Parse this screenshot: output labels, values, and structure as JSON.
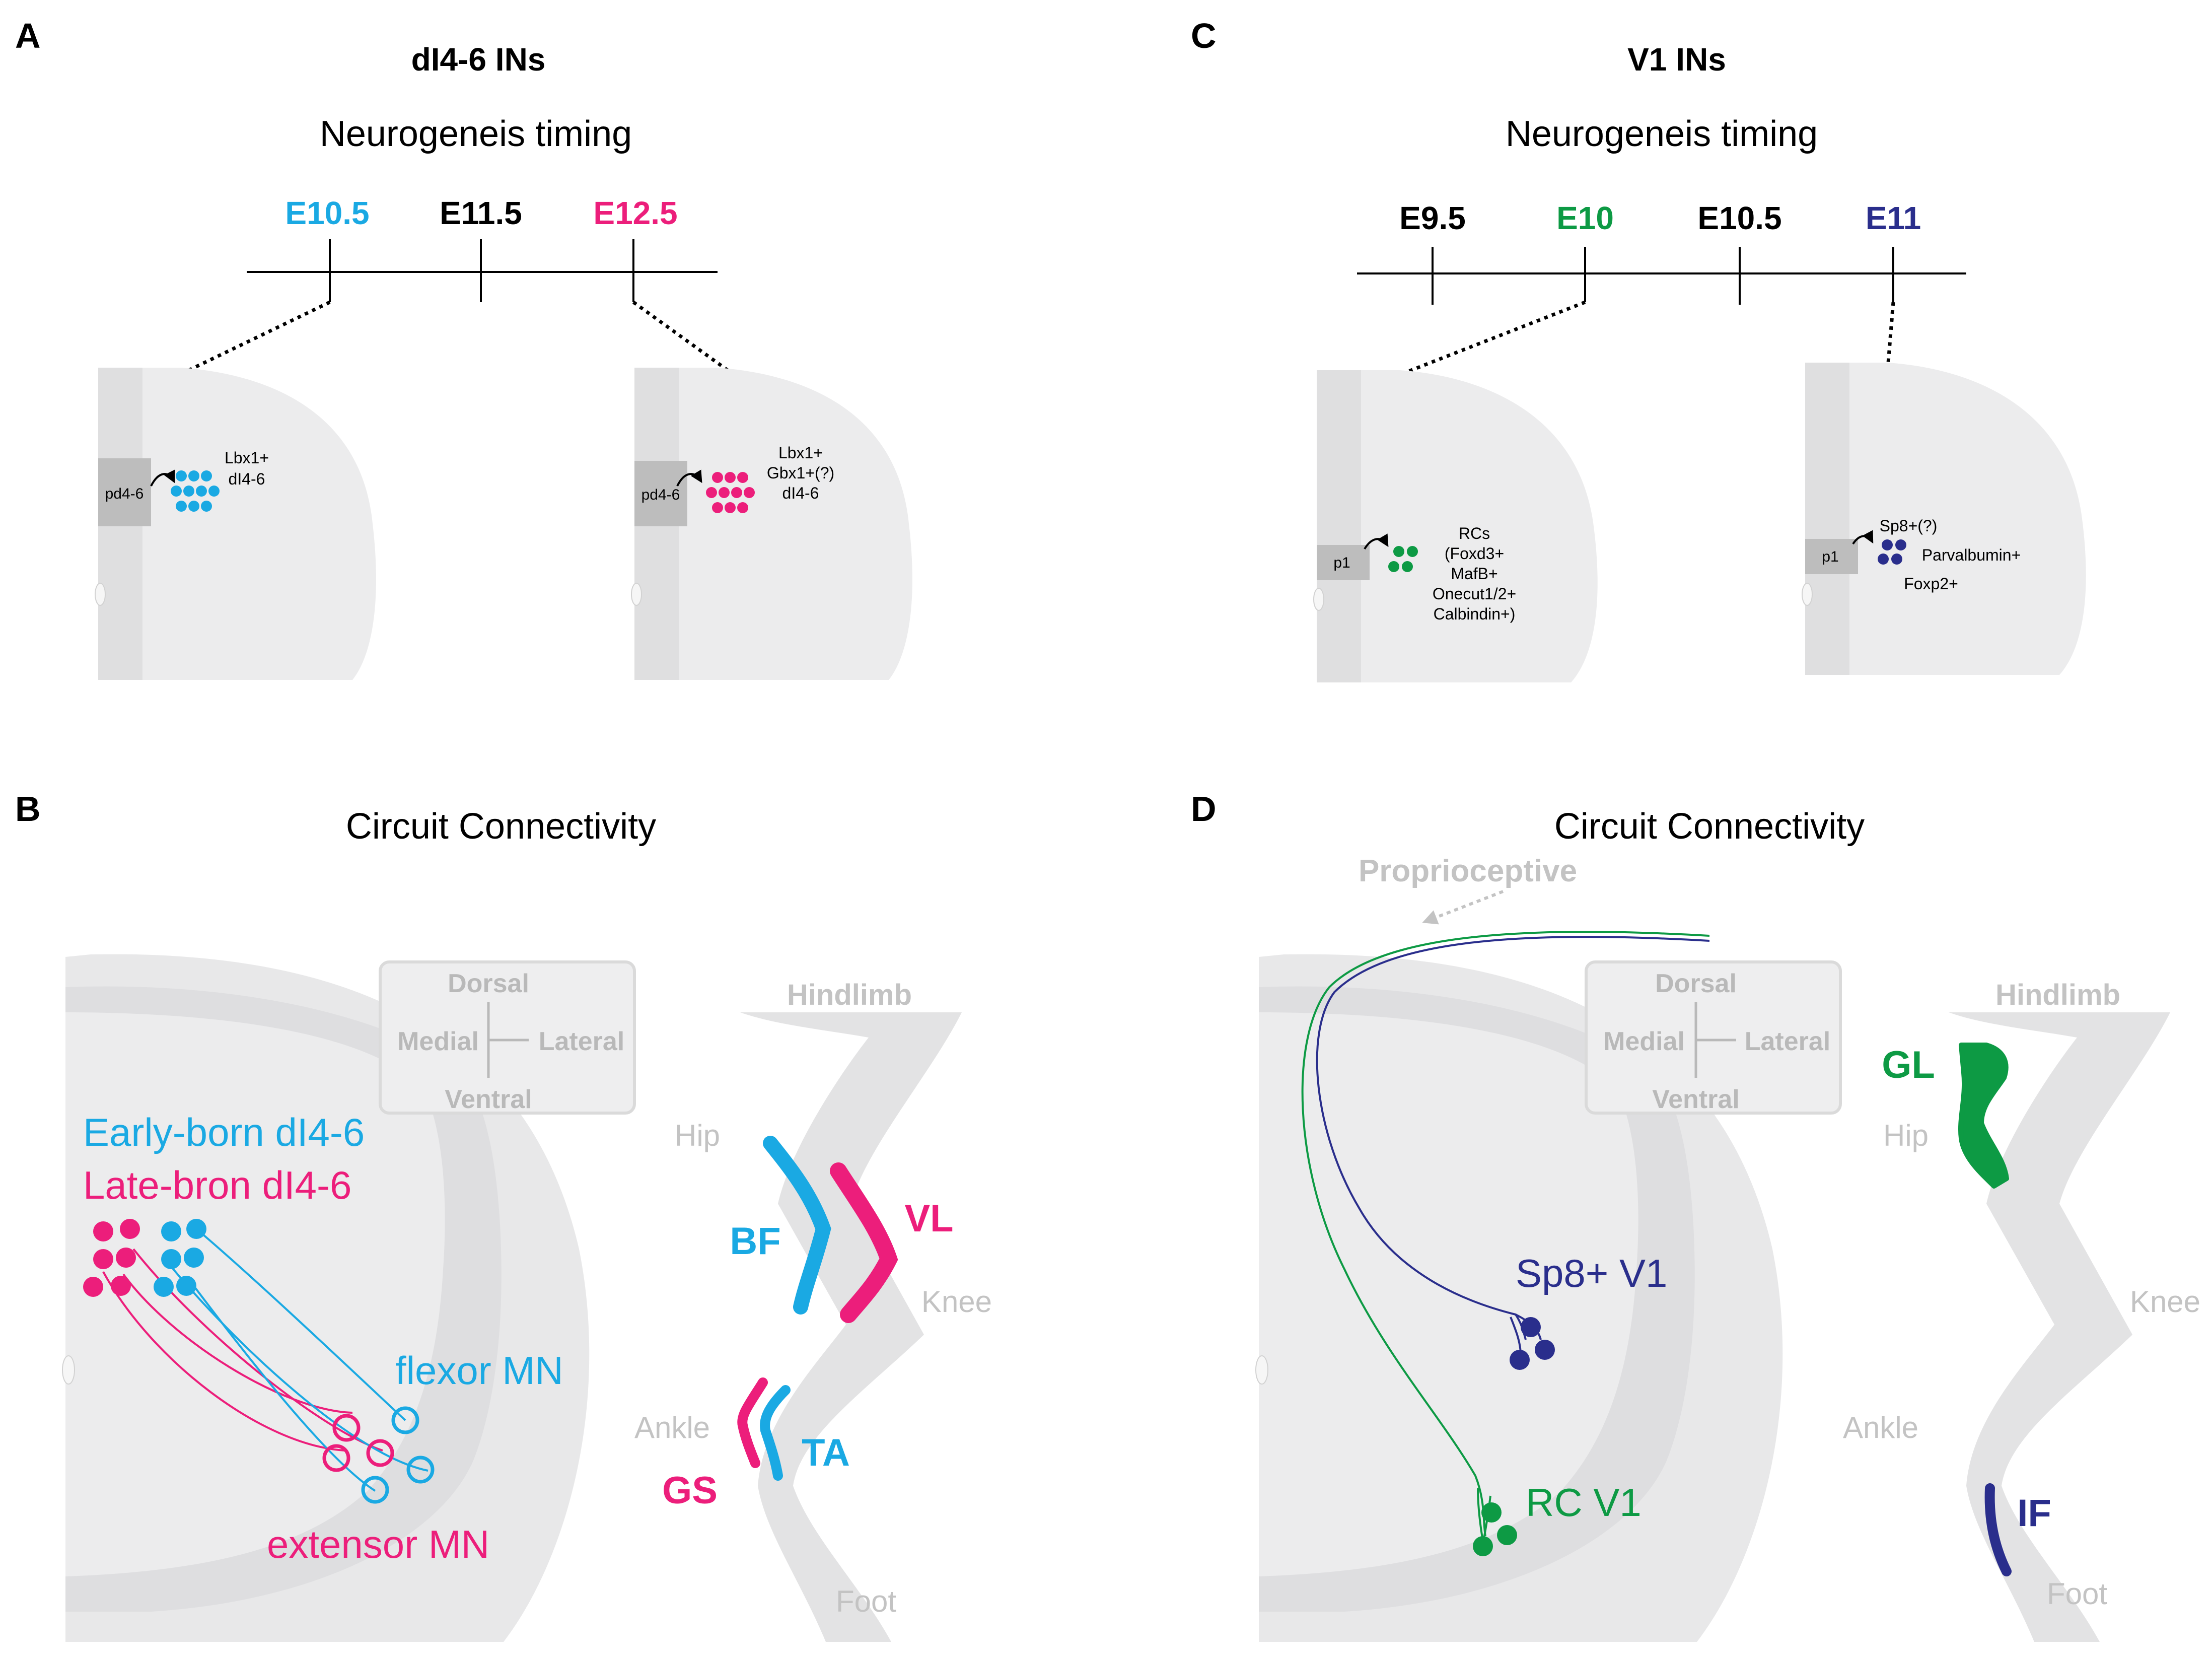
{
  "colors": {
    "cyan": "#1aa9e3",
    "magenta": "#ec1e7b",
    "green": "#0d9a44",
    "navy": "#2a2e8c",
    "tissue": "#ececed",
    "tissue_dark": "#e0e0e1",
    "ghost_text": "#c3c3c3"
  },
  "panelA": {
    "label": "A",
    "title": "dI4-6 INs",
    "subtitle": "Neurogeneis timing",
    "ticks": [
      {
        "label": "E10.5",
        "color": "#1aa9e3"
      },
      {
        "label": "E11.5",
        "color": "#000000"
      },
      {
        "label": "E12.5",
        "color": "#ec1e7b"
      }
    ],
    "left_section": {
      "progenitor": "pd4-6",
      "markers": [
        "Lbx1+",
        "dI4-6"
      ],
      "color": "cyan"
    },
    "right_section": {
      "progenitor": "pd4-6",
      "markers": [
        "Lbx1+",
        "Gbx1+(?)",
        "dI4-6"
      ],
      "color": "magenta"
    }
  },
  "panelB": {
    "label": "B",
    "subtitle": "Circuit Connectivity",
    "axes": {
      "dorsal": "Dorsal",
      "ventral": "Ventral",
      "medial": "Medial",
      "lateral": "Lateral"
    },
    "legend": {
      "early": "Early-born dI4-6",
      "late": "Late-bron dI4-6"
    },
    "flexor": "flexor MN",
    "extensor": "extensor MN",
    "limb": {
      "title": "Hindlimb",
      "joints": [
        "Hip",
        "Knee",
        "Ankle",
        "Foot"
      ],
      "muscles": [
        {
          "name": "BF",
          "color": "cyan"
        },
        {
          "name": "VL",
          "color": "magenta"
        },
        {
          "name": "TA",
          "color": "cyan"
        },
        {
          "name": "GS",
          "color": "magenta"
        }
      ]
    }
  },
  "panelC": {
    "label": "C",
    "title": "V1 INs",
    "subtitle": "Neurogeneis timing",
    "ticks": [
      {
        "label": "E9.5",
        "color": "#000000"
      },
      {
        "label": "E10",
        "color": "#0d9a44"
      },
      {
        "label": "E10.5",
        "color": "#000000"
      },
      {
        "label": "E11",
        "color": "#2a2e8c"
      }
    ],
    "left_section": {
      "progenitor": "p1",
      "markers": [
        "RCs",
        "(Foxd3+",
        "MafB+",
        "Onecut1/2+",
        "Calbindin+)"
      ],
      "color": "green"
    },
    "right_section": {
      "progenitor": "p1",
      "markers": [
        "Sp8+(?)",
        "Parvalbumin+",
        "Foxp2+"
      ],
      "color": "navy"
    }
  },
  "panelD": {
    "label": "D",
    "subtitle": "Circuit Connectivity",
    "proprioceptive": "Proprioceptive",
    "axes": {
      "dorsal": "Dorsal",
      "ventral": "Ventral",
      "medial": "Medial",
      "lateral": "Lateral"
    },
    "sp8": "Sp8+ V1",
    "rc": "RC V1",
    "limb": {
      "title": "Hindlimb",
      "joints": [
        "Hip",
        "Knee",
        "Ankle",
        "Foot"
      ],
      "muscles": [
        {
          "name": "GL",
          "color": "green"
        },
        {
          "name": "IF",
          "color": "navy"
        }
      ]
    }
  }
}
